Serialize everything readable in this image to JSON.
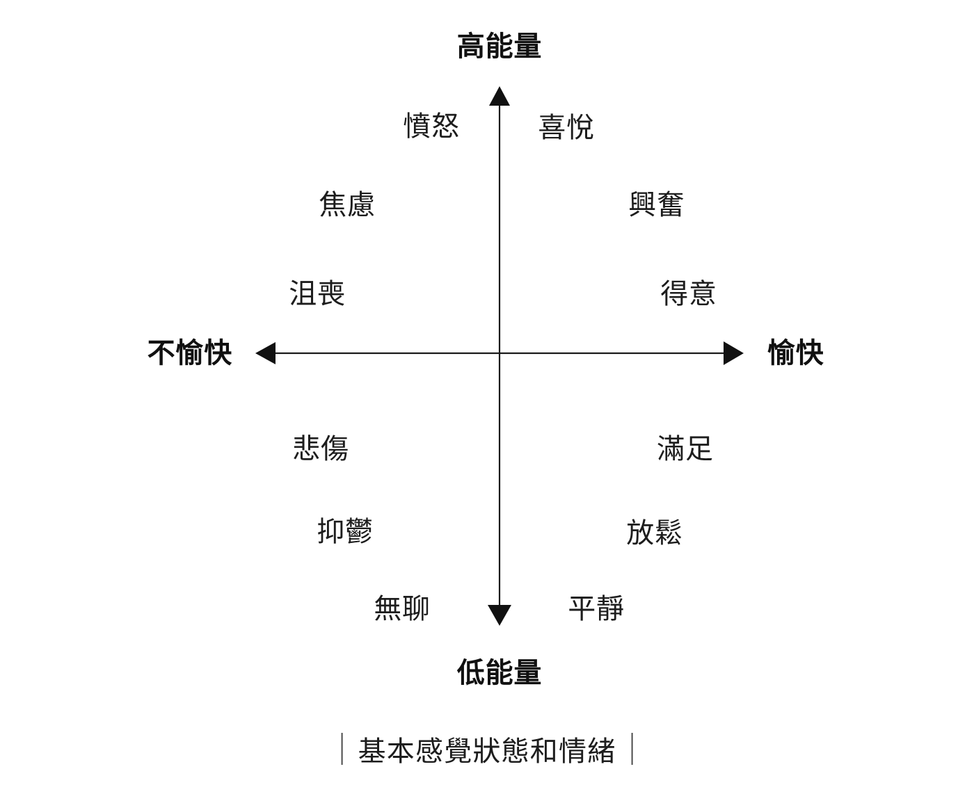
{
  "figure": {
    "caption": "基本感覺狀態和情緒",
    "caption_rule_left": "|",
    "caption_rule_right": "|",
    "background_color": "#ffffff",
    "line_color": "#1a1a1a"
  },
  "axes": {
    "top_label": "高能量",
    "bottom_label": "低能量",
    "left_label": "不愉快",
    "right_label": "愉快"
  },
  "chart_data": {
    "type": "scatter",
    "title": "基本感覺狀態和情緒",
    "xlabel": "不愉快 ↔ 愉快",
    "ylabel": "低能量 ↔ 高能量",
    "xlim": [
      -1,
      1
    ],
    "ylim": [
      -1,
      1
    ],
    "grid": false,
    "legend": "none",
    "axis_labels": {
      "x_negative": "不愉快",
      "x_positive": "愉快",
      "y_negative": "低能量",
      "y_positive": "高能量"
    },
    "quadrants": [
      {
        "name": "high-energy-pleasant",
        "points": [
          {
            "label": "喜悅",
            "x": 0.27,
            "y": 0.87
          },
          {
            "label": "興奮",
            "x": 0.65,
            "y": 0.57
          },
          {
            "label": "得意",
            "x": 0.78,
            "y": 0.23
          }
        ]
      },
      {
        "name": "high-energy-unpleasant",
        "points": [
          {
            "label": "憤怒",
            "x": -0.28,
            "y": 0.87
          },
          {
            "label": "焦慮",
            "x": -0.63,
            "y": 0.57
          },
          {
            "label": "沮喪",
            "x": -0.75,
            "y": 0.23
          }
        ]
      },
      {
        "name": "low-energy-unpleasant",
        "points": [
          {
            "label": "悲傷",
            "x": -0.74,
            "y": -0.35
          },
          {
            "label": "抑鬱",
            "x": -0.63,
            "y": -0.66
          },
          {
            "label": "無聊",
            "x": -0.4,
            "y": -0.95
          }
        ]
      },
      {
        "name": "low-energy-pleasant",
        "points": [
          {
            "label": "滿足",
            "x": 0.76,
            "y": -0.35
          },
          {
            "label": "放鬆",
            "x": 0.64,
            "y": -0.66
          },
          {
            "label": "平靜",
            "x": 0.4,
            "y": -0.95
          }
        ]
      }
    ],
    "labels": [
      "喜悅",
      "興奮",
      "得意",
      "憤怒",
      "焦慮",
      "沮喪",
      "悲傷",
      "抑鬱",
      "無聊",
      "滿足",
      "放鬆",
      "平靜"
    ]
  },
  "emotions": {
    "q2_anger": "憤怒",
    "q2_anxiety": "焦慮",
    "q2_frustration": "沮喪",
    "q1_joy": "喜悅",
    "q1_excitement": "興奮",
    "q1_elation": "得意",
    "q3_sadness": "悲傷",
    "q3_depression": "抑鬱",
    "q3_boredom": "無聊",
    "q4_contentment": "滿足",
    "q4_relaxation": "放鬆",
    "q4_calm": "平靜"
  }
}
